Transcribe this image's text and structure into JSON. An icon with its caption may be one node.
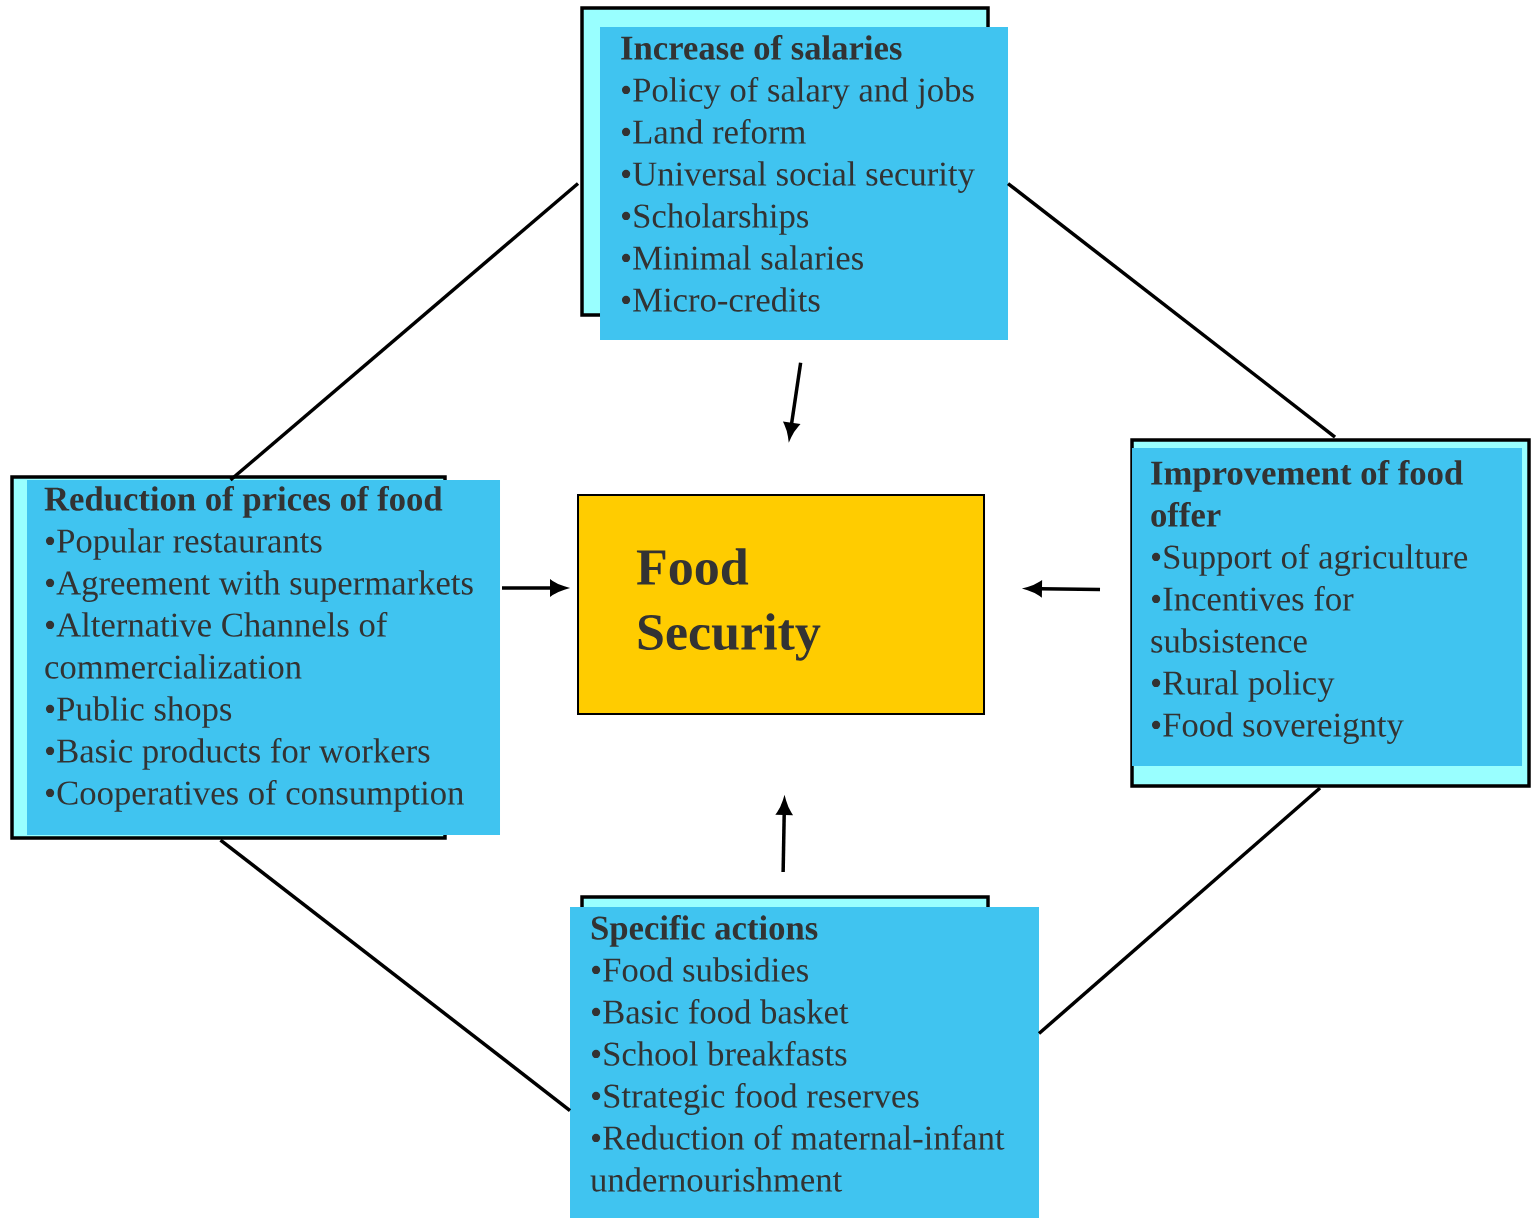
{
  "diagram": {
    "nodes": [
      {
        "text": [
          "Increase of salaries",
          "•Policy of salary and jobs",
          "•Land reform",
          "•Universal social security",
          "•Scholarships",
          "•Minimal salaries",
          "•Micro-credits"
        ]
      },
      {
        "text": [
          "Reduction of prices of food",
          "•Popular restaurants",
          "•Agreement with supermarkets",
          "•Alternative Channels of commercialization",
          "•Public shops",
          "•Basic products for workers",
          "•Cooperatives of consumption"
        ]
      },
      {
        "text": [
          "Food Security"
        ]
      },
      {
        "text": [
          "Improvement of food offer",
          "•Support of agriculture",
          "•Incentives for subsistence",
          "•Rural policy",
          "•Food sovereignty"
        ]
      },
      {
        "text": [
          "Specific actions",
          "•Food subsidies",
          "•Basic food basket",
          "•School breakfasts",
          "•Strategic food reserves",
          "•Reduction of maternal-infant undernourishment"
        ]
      }
    ],
    "edges": [
      {
        "from": 0,
        "to": 2,
        "arrow": "to"
      },
      {
        "from": 1,
        "to": 2,
        "arrow": "to"
      },
      {
        "from": 3,
        "to": 2,
        "arrow": "to"
      },
      {
        "from": 4,
        "to": 2,
        "arrow": "to"
      },
      {
        "from": 0,
        "to": 1,
        "arrow": "none"
      },
      {
        "from": 0,
        "to": 3,
        "arrow": "none"
      },
      {
        "from": 1,
        "to": 4,
        "arrow": "none"
      },
      {
        "from": 3,
        "to": 4,
        "arrow": "none"
      }
    ]
  }
}
